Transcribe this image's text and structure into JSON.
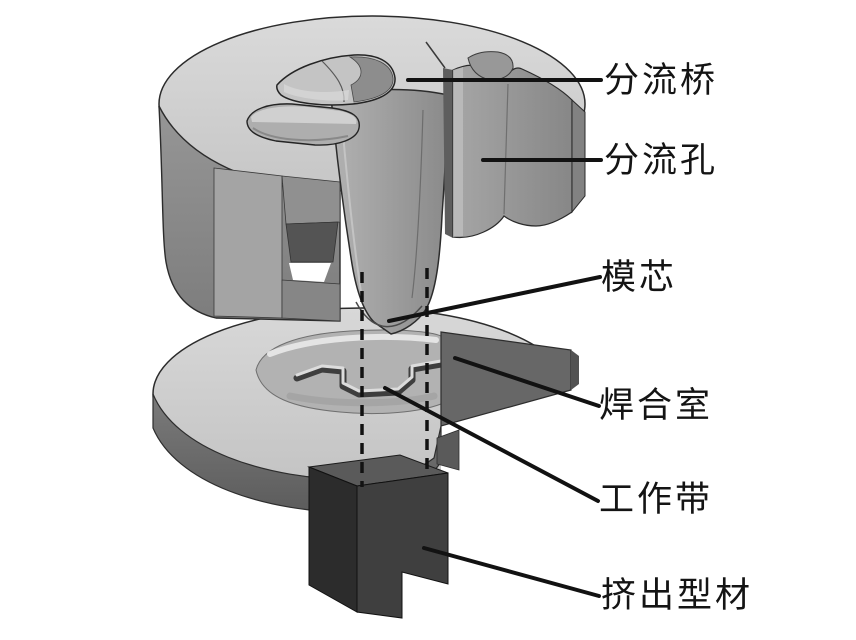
{
  "background": "#ffffff",
  "palette": {
    "outline": "#262626",
    "leader": "#121212",
    "die_top_light": "#dadada",
    "die_top_shade": "#c6c6c6",
    "upper_wall": "#969696",
    "upper_wall_shade": "#7d7d7d",
    "upper_section_face": "#a6a6a6",
    "upper_section_shade": "#878787",
    "front_section_face": "#a4a4a4",
    "mandrel_light": "#b2b2b2",
    "mandrel_shade": "#8a8a8a",
    "slot_shadow": "#5e5e5e",
    "bridge_hole": "#545454",
    "porthole_inner": "#c4c4c4",
    "porthole_wall": "#8d8d8d",
    "capsule_inner": "#aeaeae",
    "lower_top_light": "#d8d8d8",
    "lower_top_shade": "#c4c4c4",
    "lower_wall": "#7b7b7b",
    "lower_wall_shade": "#5c5c5c",
    "lower_section_face": "#676767",
    "chamber_floor": "#b2b2b2",
    "chamber_highlight": "#e7e7e7",
    "groove_dark": "#3e3e3e",
    "land_light": "#dcdcdc",
    "profile_top": "#5a5a5a",
    "profile_front": "#2c2c2c",
    "profile_side": "#3f3f3f"
  },
  "labels": [
    {
      "id": "splitter-bridge",
      "text": "分流桥"
    },
    {
      "id": "splitter-hole",
      "text": "分流孔"
    },
    {
      "id": "die-core",
      "text": "模芯"
    },
    {
      "id": "welding-chamber",
      "text": "焊合室"
    },
    {
      "id": "bearing-land",
      "text": "工作带"
    },
    {
      "id": "extruded-profile",
      "text": "挤出型材"
    }
  ]
}
